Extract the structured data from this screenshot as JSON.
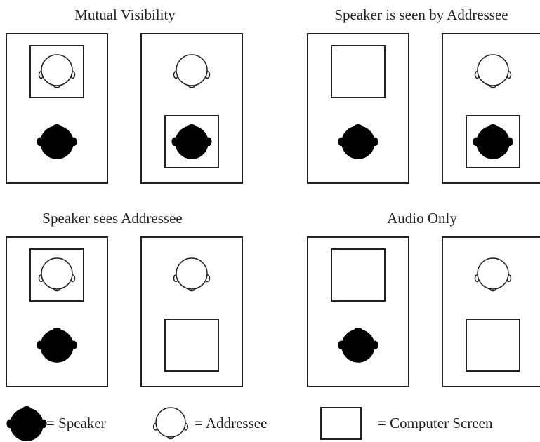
{
  "conditions": [
    {
      "title": "Mutual Visibility",
      "panels": [
        {
          "screen": "addressee",
          "addressee": true,
          "speaker": true
        },
        {
          "screen": "speaker",
          "addressee": true,
          "speaker": true
        }
      ]
    },
    {
      "title": "Speaker is seen by Addressee",
      "panels": [
        {
          "screen": "empty-top",
          "addressee": false,
          "speaker": true
        },
        {
          "screen": "speaker",
          "addressee": true,
          "speaker": true
        }
      ]
    },
    {
      "title": "Speaker sees Addressee",
      "panels": [
        {
          "screen": "addressee",
          "addressee": true,
          "speaker": true
        },
        {
          "screen": "empty-bottom",
          "addressee": true,
          "speaker": false
        }
      ]
    },
    {
      "title": "Audio Only",
      "panels": [
        {
          "screen": "empty-top",
          "addressee": false,
          "speaker": true
        },
        {
          "screen": "empty-bottom",
          "addressee": true,
          "speaker": false
        }
      ]
    }
  ],
  "legend": {
    "speaker": "= Speaker",
    "addressee": "= Addressee",
    "screen": "= Computer Screen"
  },
  "colors": {
    "stroke": "#222222",
    "speaker_fill": "#000000",
    "addressee_fill": "#ffffff"
  }
}
